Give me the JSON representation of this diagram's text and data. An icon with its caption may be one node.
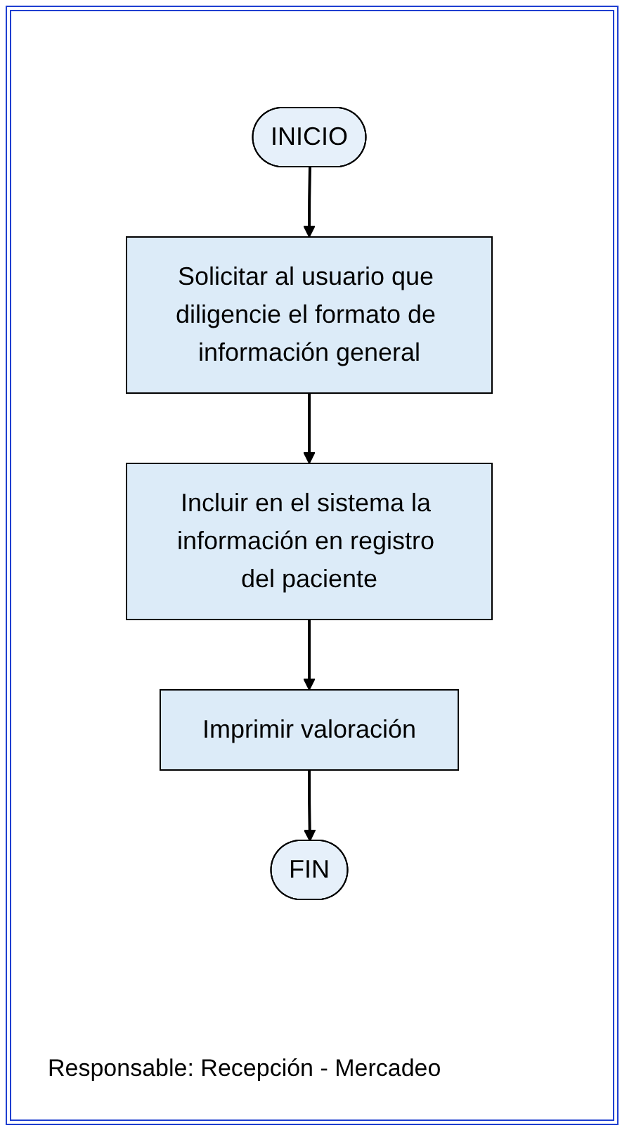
{
  "diagram": {
    "nodes": [
      {
        "text": [
          "INICIO"
        ]
      },
      {
        "text": [
          "Solicitar al usuario que diligencie el formato de información general"
        ]
      },
      {
        "text": [
          "Incluir en el sistema la información en registro del paciente"
        ]
      },
      {
        "text": [
          "Imprimir valoración"
        ]
      },
      {
        "text": [
          "FIN"
        ]
      }
    ],
    "edges": [
      {
        "from": 0,
        "to": 1,
        "arrow": "to"
      },
      {
        "from": 1,
        "to": 2,
        "arrow": "to"
      },
      {
        "from": 2,
        "to": 3,
        "arrow": "to"
      },
      {
        "from": 3,
        "to": 4,
        "arrow": "to"
      }
    ],
    "labels": [
      "Responsable: Recepción - Mercadeo"
    ]
  }
}
